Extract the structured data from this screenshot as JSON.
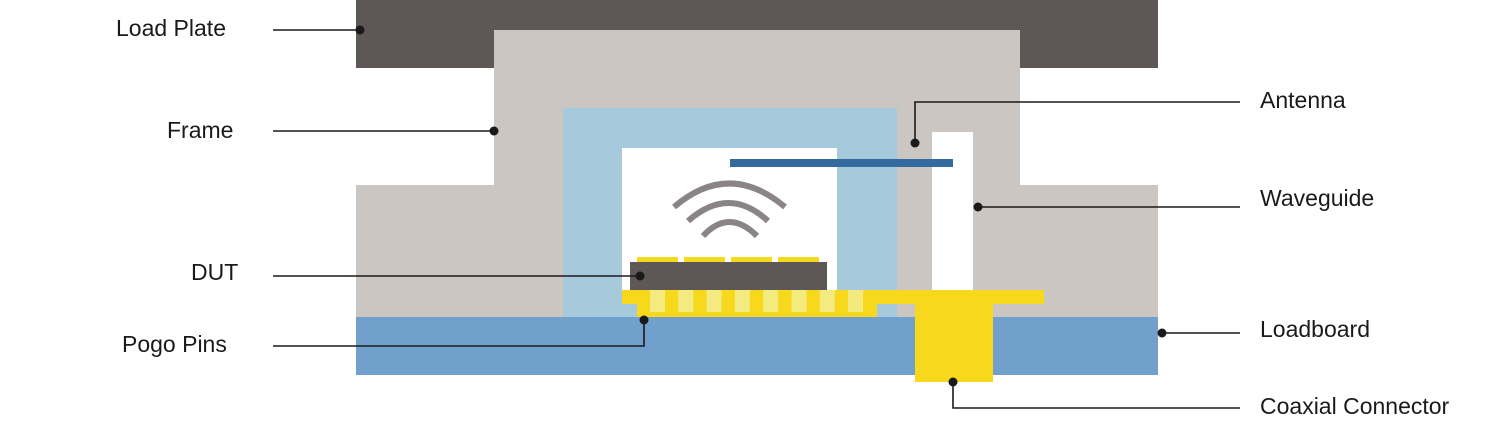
{
  "labels": {
    "load_plate": "Load Plate",
    "frame": "Frame",
    "dut": "DUT",
    "pogo_pins": "Pogo Pins",
    "antenna": "Antenna",
    "waveguide": "Waveguide",
    "loadboard": "Loadboard",
    "coaxial_connector": "Coaxial Connector"
  },
  "colors": {
    "load_plate": "#5d5856",
    "frame": "#ccc6c3",
    "lid": "#a7c9dc",
    "loadboard": "#72a0cc",
    "antenna": "#336b9e",
    "yellow": "#f8d81c",
    "pin_light": "#f3ea80",
    "dut": "#5d5856",
    "waves": "#8a8584"
  }
}
